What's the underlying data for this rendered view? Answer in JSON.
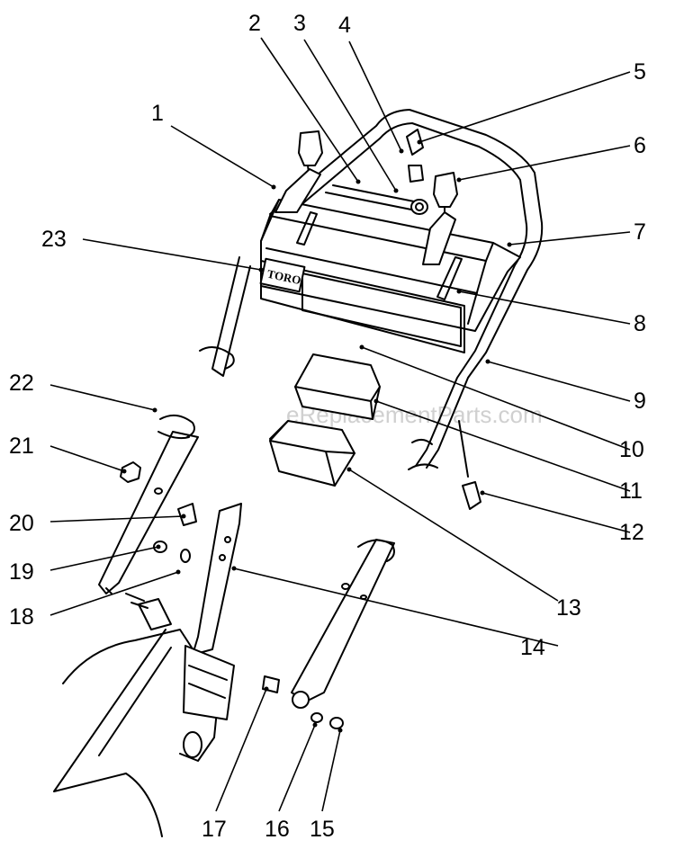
{
  "watermark": "eReplacementParts.com",
  "logo_text": "TORO",
  "callouts": [
    {
      "id": "1",
      "label": "1"
    },
    {
      "id": "2",
      "label": "2"
    },
    {
      "id": "3",
      "label": "3"
    },
    {
      "id": "4",
      "label": "4"
    },
    {
      "id": "5",
      "label": "5"
    },
    {
      "id": "6",
      "label": "6"
    },
    {
      "id": "7",
      "label": "7"
    },
    {
      "id": "8",
      "label": "8"
    },
    {
      "id": "9",
      "label": "9"
    },
    {
      "id": "10",
      "label": "10"
    },
    {
      "id": "11",
      "label": "11"
    },
    {
      "id": "12",
      "label": "12"
    },
    {
      "id": "13",
      "label": "13"
    },
    {
      "id": "14",
      "label": "14"
    },
    {
      "id": "15",
      "label": "15"
    },
    {
      "id": "16",
      "label": "16"
    },
    {
      "id": "17",
      "label": "17"
    },
    {
      "id": "18",
      "label": "18"
    },
    {
      "id": "19",
      "label": "19"
    },
    {
      "id": "20",
      "label": "20"
    },
    {
      "id": "21",
      "label": "21"
    },
    {
      "id": "22",
      "label": "22"
    },
    {
      "id": "23",
      "label": "23"
    }
  ]
}
